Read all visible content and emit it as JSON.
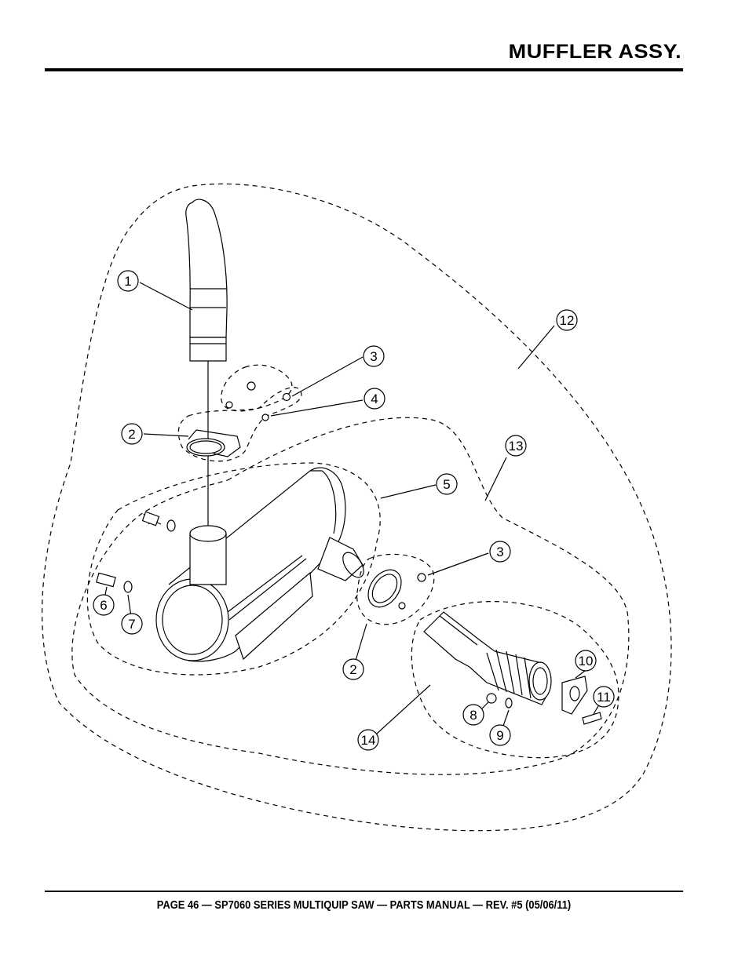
{
  "header": {
    "title": "MUFFLER ASSY."
  },
  "footer": {
    "text": "PAGE 46 — SP7060 SERIES MULTIQUIP SAW — PARTS MANUAL — REV. #5 (05/06/11)"
  },
  "callouts": {
    "c1": "1",
    "c2a": "2",
    "c2b": "2",
    "c3a": "3",
    "c3b": "3",
    "c4": "4",
    "c5": "5",
    "c6": "6",
    "c7": "7",
    "c8": "8",
    "c9": "9",
    "c10": "10",
    "c11": "11",
    "c12": "12",
    "c13": "13",
    "c14": "14"
  }
}
